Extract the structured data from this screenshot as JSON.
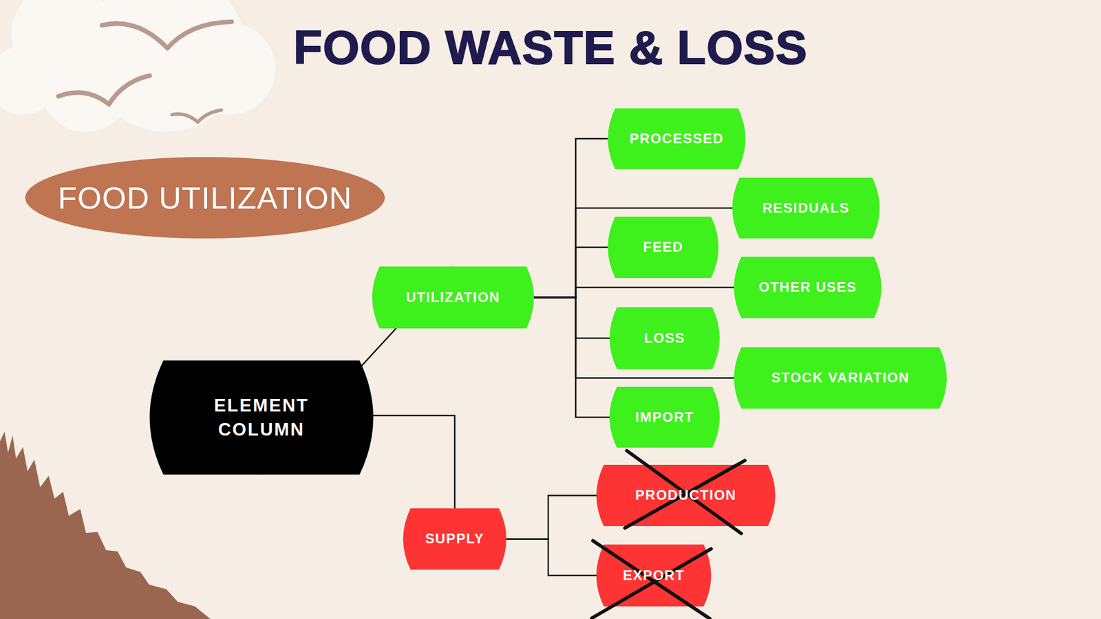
{
  "diagram": {
    "title": "FOOD WASTE & LOSS",
    "nodes": [
      {
        "text": [
          "FOOD UTILIZATION"
        ]
      },
      {
        "text": [
          "ELEMENT COLUMN"
        ]
      },
      {
        "text": [
          "UTILIZATION"
        ]
      },
      {
        "text": [
          "PROCESSED"
        ]
      },
      {
        "text": [
          "RESIDUALS"
        ]
      },
      {
        "text": [
          "FEED"
        ]
      },
      {
        "text": [
          "OTHER USES"
        ]
      },
      {
        "text": [
          "LOSS"
        ]
      },
      {
        "text": [
          "STOCK VARIATION"
        ]
      },
      {
        "text": [
          "IMPORT"
        ]
      },
      {
        "text": [
          "SUPPLY"
        ]
      },
      {
        "text": [
          "PRODUCTION"
        ]
      },
      {
        "text": [
          "EXPORT"
        ]
      }
    ],
    "edges": [
      {
        "from": 1,
        "to": 2,
        "arrow": "none"
      },
      {
        "from": 1,
        "to": 10,
        "arrow": "none"
      },
      {
        "from": 2,
        "to": 3,
        "arrow": "none"
      },
      {
        "from": 2,
        "to": 4,
        "arrow": "none"
      },
      {
        "from": 2,
        "to": 5,
        "arrow": "none"
      },
      {
        "from": 2,
        "to": 6,
        "arrow": "none"
      },
      {
        "from": 2,
        "to": 7,
        "arrow": "none"
      },
      {
        "from": 2,
        "to": 8,
        "arrow": "none"
      },
      {
        "from": 2,
        "to": 9,
        "arrow": "none"
      },
      {
        "from": 10,
        "to": 11,
        "arrow": "none"
      },
      {
        "from": 10,
        "to": 12,
        "arrow": "none"
      }
    ]
  }
}
